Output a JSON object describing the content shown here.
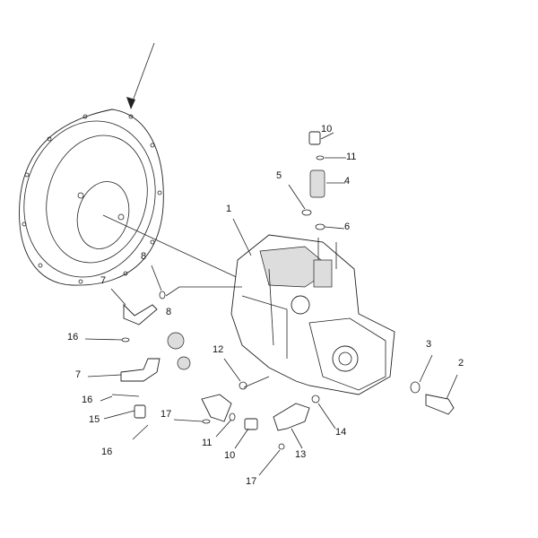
{
  "diagram": {
    "callouts": [
      {
        "id": "c1",
        "text": "10"
      },
      {
        "id": "c2",
        "text": "11"
      },
      {
        "id": "c3",
        "text": "5"
      },
      {
        "id": "c4",
        "text": "4"
      },
      {
        "id": "c5",
        "text": "1"
      },
      {
        "id": "c6",
        "text": "6"
      },
      {
        "id": "c7",
        "text": "8"
      },
      {
        "id": "c8",
        "text": "7"
      },
      {
        "id": "c9",
        "text": "8"
      },
      {
        "id": "c10",
        "text": "16"
      },
      {
        "id": "c11",
        "text": "12"
      },
      {
        "id": "c12",
        "text": "3"
      },
      {
        "id": "c13",
        "text": "2"
      },
      {
        "id": "c14",
        "text": "7"
      },
      {
        "id": "c15",
        "text": "16"
      },
      {
        "id": "c16",
        "text": "15"
      },
      {
        "id": "c17",
        "text": "17"
      },
      {
        "id": "c18",
        "text": "11"
      },
      {
        "id": "c19",
        "text": "14"
      },
      {
        "id": "c20",
        "text": "10"
      },
      {
        "id": "c21",
        "text": "13"
      },
      {
        "id": "c22",
        "text": "16"
      },
      {
        "id": "c23",
        "text": "17"
      }
    ]
  }
}
